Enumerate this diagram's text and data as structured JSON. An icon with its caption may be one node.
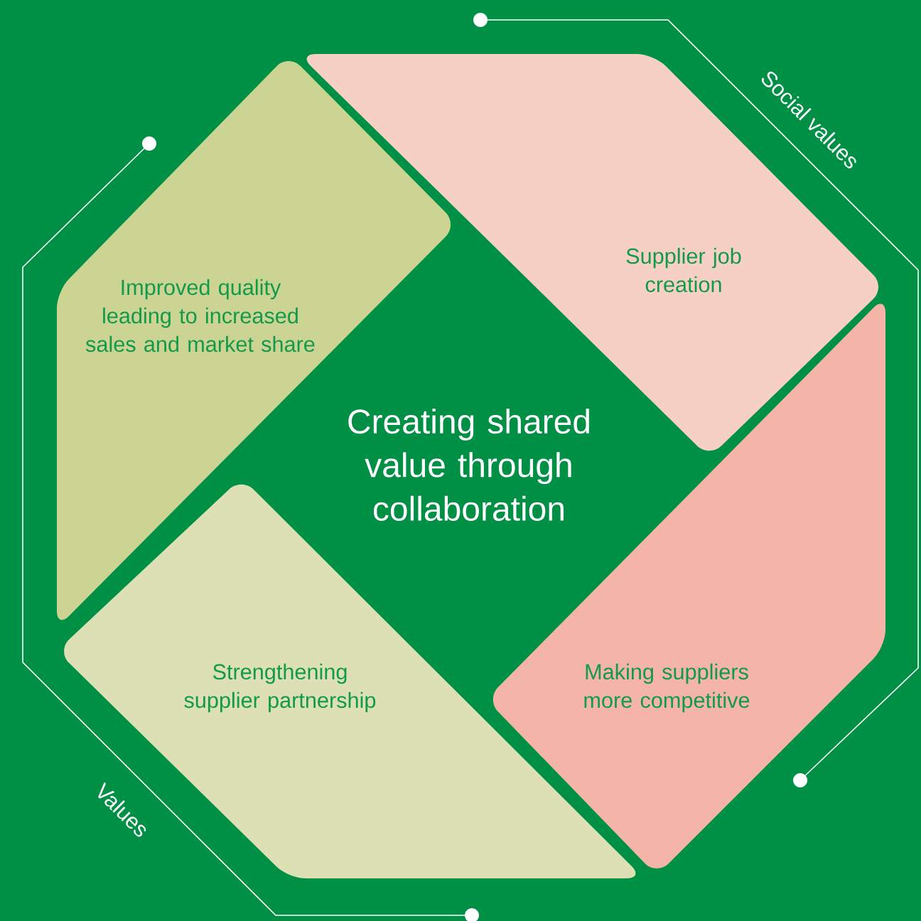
{
  "diagram": {
    "title": "Creating shared value through collaboration",
    "nodes": [
      {
        "text": [
          "Improved quality leading to increased sales and market share"
        ]
      },
      {
        "text": [
          "Supplier job creation"
        ]
      },
      {
        "text": [
          "Strengthening supplier partnership"
        ]
      },
      {
        "text": [
          "Making suppliers more competitive"
        ]
      }
    ],
    "labels": [
      "Social values",
      "Values"
    ]
  }
}
